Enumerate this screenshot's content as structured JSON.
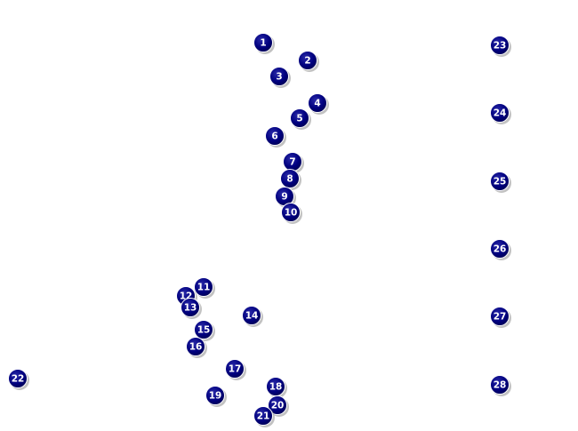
{
  "colors": {
    "marker_fill": "#00007f",
    "marker_shadow": "#9a9a9a",
    "marker_ring": "#ffffff",
    "label": "#ffffff"
  },
  "markers": [
    {
      "label": "1"
    },
    {
      "label": "2"
    },
    {
      "label": "3"
    },
    {
      "label": "4"
    },
    {
      "label": "5"
    },
    {
      "label": "6"
    },
    {
      "label": "7"
    },
    {
      "label": "8"
    },
    {
      "label": "9"
    },
    {
      "label": "10"
    },
    {
      "label": "11"
    },
    {
      "label": "12"
    },
    {
      "label": "13"
    },
    {
      "label": "14"
    },
    {
      "label": "15"
    },
    {
      "label": "16"
    },
    {
      "label": "17"
    },
    {
      "label": "18"
    },
    {
      "label": "19"
    },
    {
      "label": "20"
    },
    {
      "label": "21"
    },
    {
      "label": "22"
    },
    {
      "label": "23"
    },
    {
      "label": "24"
    },
    {
      "label": "25"
    },
    {
      "label": "26"
    },
    {
      "label": "27"
    },
    {
      "label": "28"
    }
  ]
}
